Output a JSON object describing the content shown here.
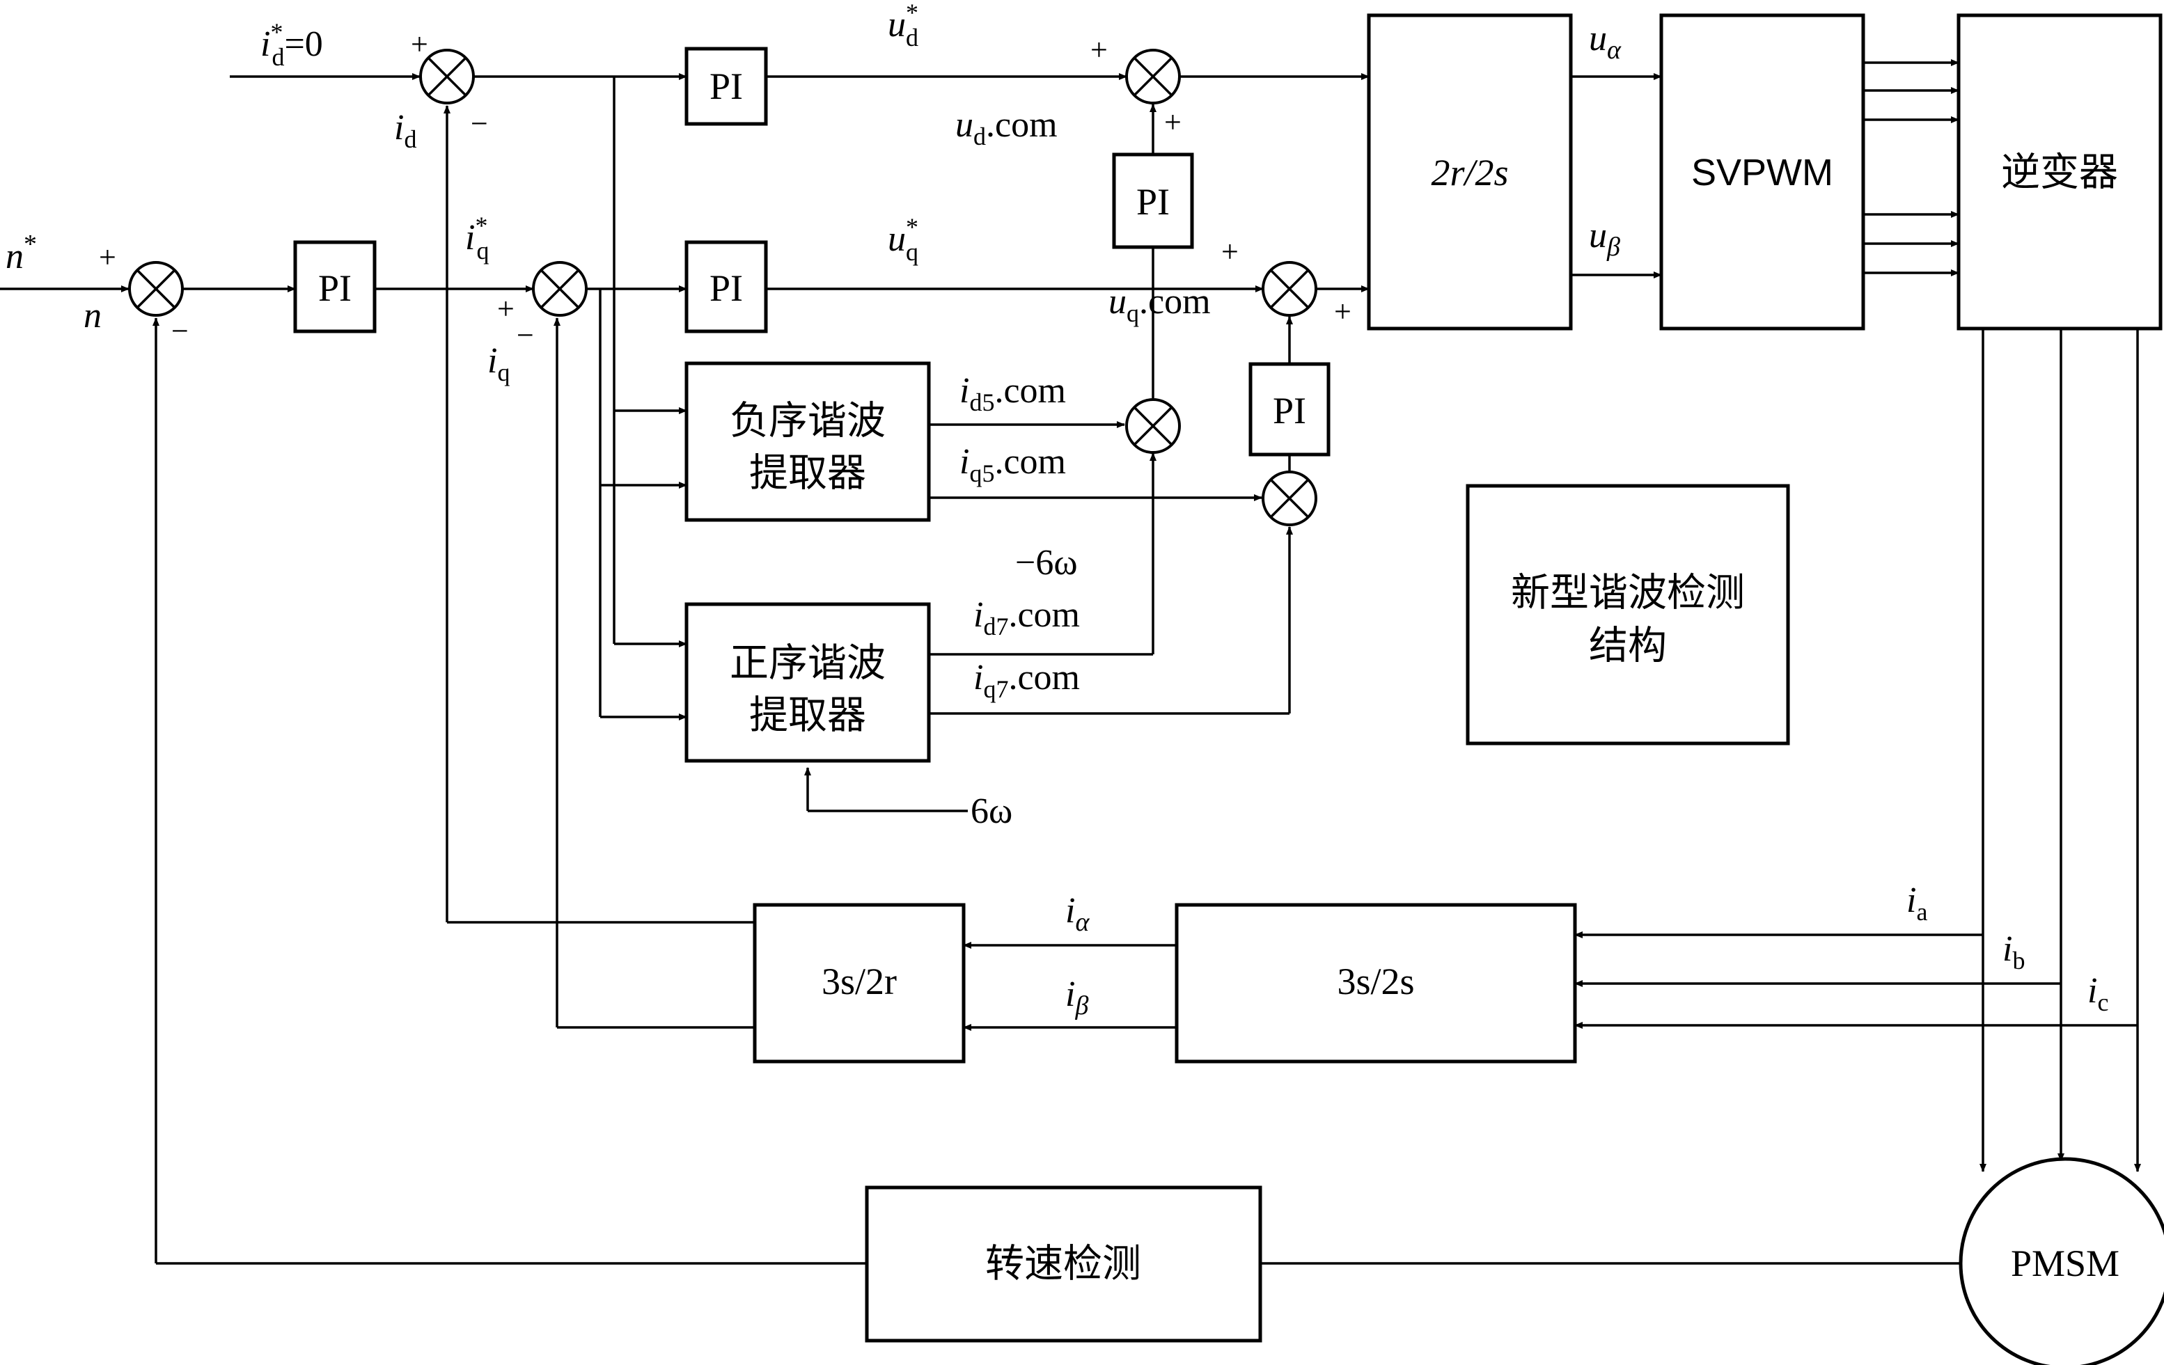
{
  "blocks": {
    "pi": "PI",
    "park": "2r/2s",
    "svpwm": "SVPWM",
    "inverter": "逆变器",
    "neg_line1": "负序谐波",
    "neg_line2": "提取器",
    "pos_line1": "正序谐波",
    "pos_line2": "提取器",
    "note_line1": "新型谐波检测",
    "note_line2": "结构",
    "clarke_rot": "3s/2r",
    "clarke": "3s/2s",
    "speed": "转速检测",
    "motor": "PMSM"
  },
  "signals": {
    "id_ref": "i",
    "id_ref_sub": "d",
    "id_ref_sup": "*",
    "id_ref_val": "=0",
    "n_ref": "n",
    "n_ref_sup": "*",
    "n_fb": "n",
    "id_fb": "i",
    "id_fb_sub": "d",
    "iq_ref": "i",
    "iq_ref_sub": "q",
    "iq_ref_sup": "*",
    "iq_fb": "i",
    "iq_fb_sub": "q",
    "ud_ref": "u",
    "ud_ref_sub": "d",
    "ud_ref_sup": "*",
    "uq_ref": "u",
    "uq_ref_sub": "q",
    "uq_ref_sup": "*",
    "ud_com": "u",
    "ud_com_sub": "d",
    "ud_com_suffix": ".com",
    "uq_com": "u",
    "uq_com_sub": "q",
    "uq_com_suffix": ".com",
    "u_alpha": "u",
    "u_alpha_sub": "α",
    "u_beta": "u",
    "u_beta_sub": "β",
    "id5": "i",
    "id5_sub": "d5",
    "id5_suffix": ".com",
    "iq5": "i",
    "iq5_sub": "q5",
    "iq5_suffix": ".com",
    "id7": "i",
    "id7_sub": "d7",
    "id7_suffix": ".com",
    "iq7": "i",
    "iq7_sub": "q7",
    "iq7_suffix": ".com",
    "neg_6w": "−6ω",
    "pos_6w": "6ω",
    "i_alpha": "i",
    "i_alpha_sub": "α",
    "i_beta": "i",
    "i_beta_sub": "β",
    "ia": "i",
    "ia_sub": "a",
    "ib": "i",
    "ib_sub": "b",
    "ic": "i",
    "ic_sub": "c"
  },
  "signs": {
    "plus": "+",
    "minus": "−"
  }
}
